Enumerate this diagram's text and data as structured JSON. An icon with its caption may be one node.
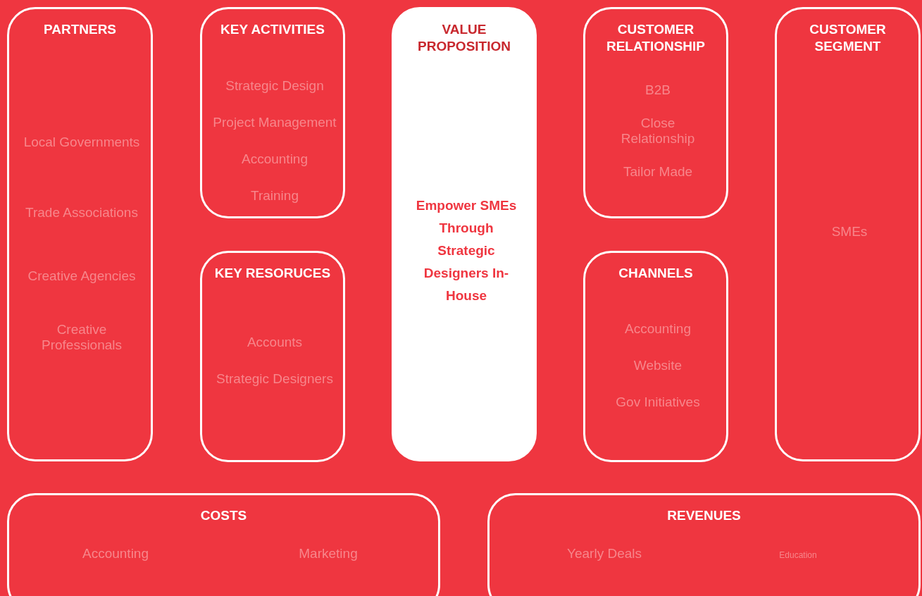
{
  "diagram": {
    "nodes": [
      {
        "text": [
          "PARTNERS",
          "Local Governments",
          "Trade Associations",
          "Creative Agencies",
          "Creative Professionals"
        ]
      },
      {
        "text": [
          "KEY ACTIVITIES",
          "Strategic Design",
          "Project Management",
          "Accounting",
          "Training"
        ]
      },
      {
        "text": [
          "KEY RESORUCES",
          "Accounts",
          "Strategic Designers"
        ]
      },
      {
        "text": [
          "VALUE PROPOSITION",
          "Empower SMEs Through Strategic Designers In-House"
        ]
      },
      {
        "text": [
          "CUSTOMER RELATIONSHIP",
          "B2B",
          "Close Relationship",
          "Tailor Made"
        ]
      },
      {
        "text": [
          "CHANNELS",
          "Accounting",
          "Website",
          "Gov Initiatives"
        ]
      },
      {
        "text": [
          "CUSTOMER SEGMENT",
          "SMEs"
        ]
      },
      {
        "text": [
          "COSTS",
          "Accounting",
          "Marketing"
        ]
      },
      {
        "text": [
          "REVENUES",
          "Yearly Deals",
          "Education"
        ]
      }
    ]
  }
}
